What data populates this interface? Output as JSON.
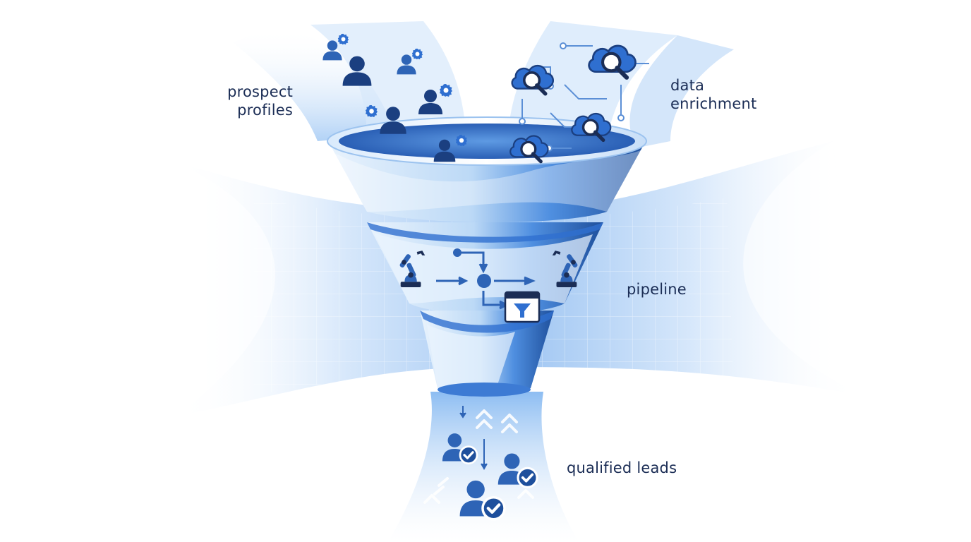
{
  "labels": {
    "prospect_profiles": [
      "prospect",
      "profiles"
    ],
    "data_enrichment": [
      "data",
      "enrichment"
    ],
    "pipeline": "pipeline",
    "qualified_leads": "qualified leads"
  },
  "colors": {
    "navy": "#1b2d55",
    "primary_blue": "#2f6fd0",
    "dark_blue": "#1e4f9c",
    "light_blue": "#cfe3fa",
    "pale_blue": "#e9f3fd",
    "icon_blue": "#2e64b6"
  },
  "icons": {
    "inputs_left": "person-with-gear-icon",
    "inputs_right": "cloud-search-icon",
    "pipeline_stage": [
      "robot-arm-icon",
      "flow-node-icon",
      "filter-window-icon"
    ],
    "outputs": "person-check-icon"
  }
}
